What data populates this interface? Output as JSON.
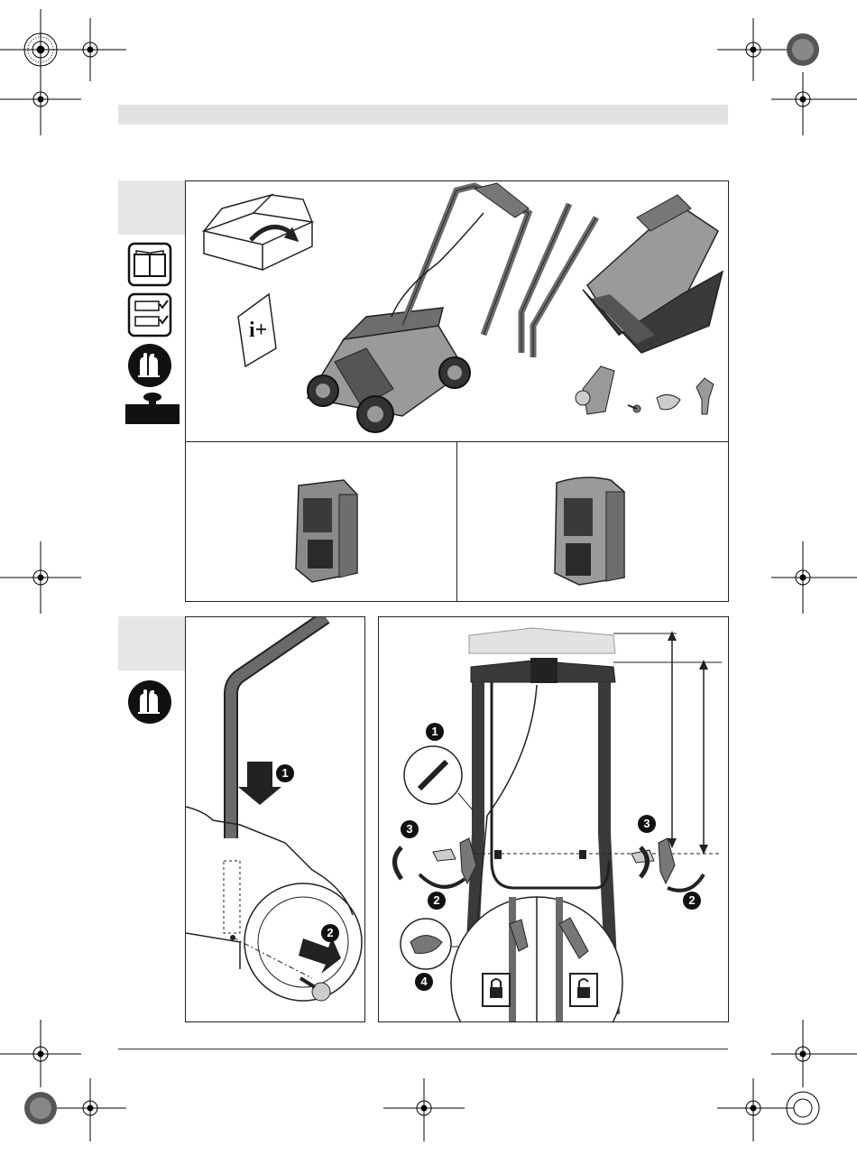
{
  "page": {
    "header_band": "",
    "footer_rule": ""
  },
  "figure_top": {
    "icons": [
      "manual-icon",
      "checklist-icon",
      "gloves-icon",
      "weight-icon"
    ],
    "info_sheet_text": "i+"
  },
  "figure_bottom_right": {
    "callouts": {
      "connector": "1",
      "screw_left": "3",
      "screw_right": "3",
      "lever_left": "2",
      "lever_right": "2",
      "clip": "4"
    },
    "lock_icons": [
      "lock-closed-icon",
      "lock-open-icon"
    ]
  },
  "figure_bottom_left": {
    "callouts": {
      "insert": "1",
      "push": "2"
    }
  },
  "colors": {
    "dark": "#222222",
    "mid": "#6a6a6a",
    "light": "#bdbdbd",
    "tab": "#e6e6e6"
  }
}
